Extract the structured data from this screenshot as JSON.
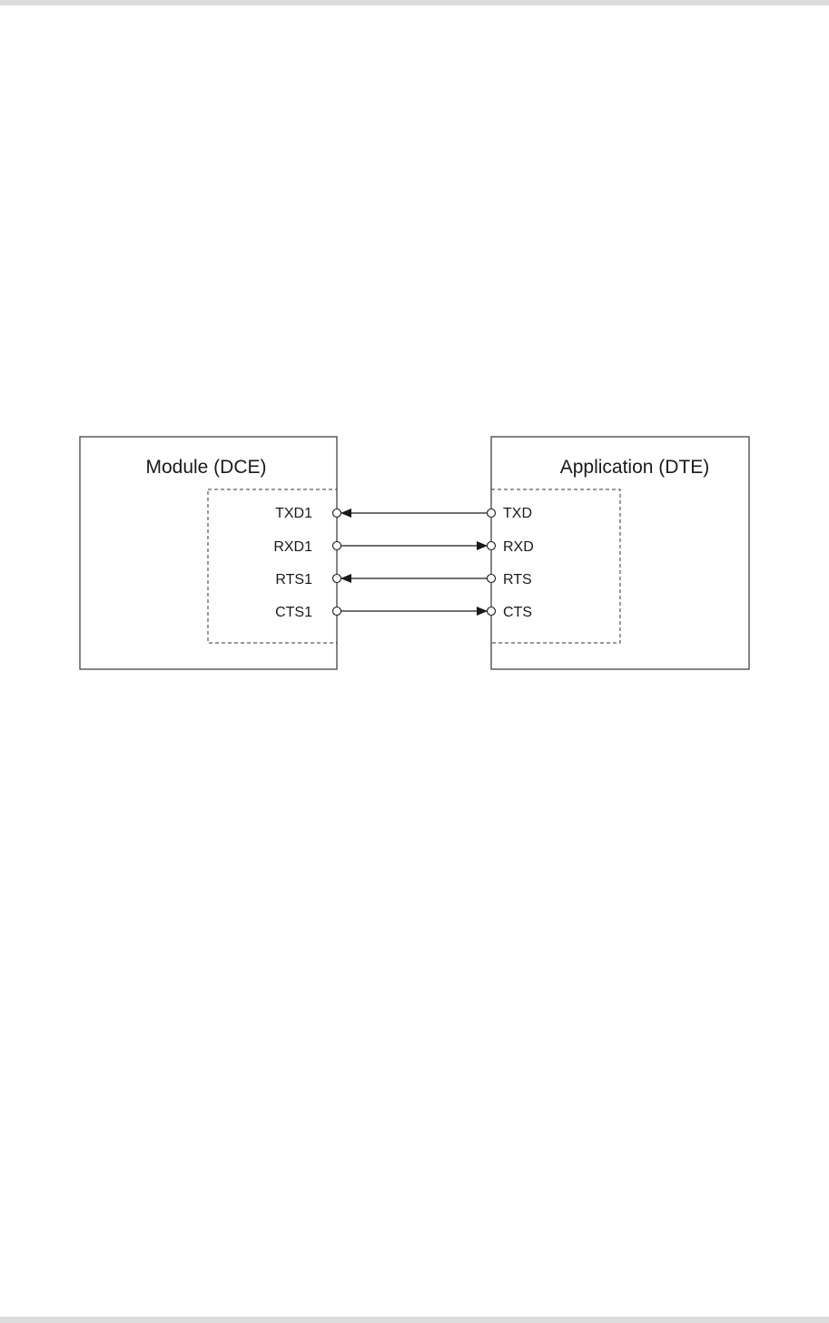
{
  "module": {
    "title": "Module (DCE)",
    "pins": [
      "TXD1",
      "RXD1",
      "RTS1",
      "CTS1"
    ]
  },
  "application": {
    "title": "Application (DTE)",
    "pins": [
      "TXD",
      "RXD",
      "RTS",
      "CTS"
    ]
  },
  "connections": [
    {
      "from": "TXD",
      "to": "TXD1"
    },
    {
      "from": "RXD1",
      "to": "RXD"
    },
    {
      "from": "RTS",
      "to": "RTS1"
    },
    {
      "from": "CTS1",
      "to": "CTS"
    }
  ],
  "colors": {
    "line": "#1a1a1a",
    "box": "#333333"
  }
}
